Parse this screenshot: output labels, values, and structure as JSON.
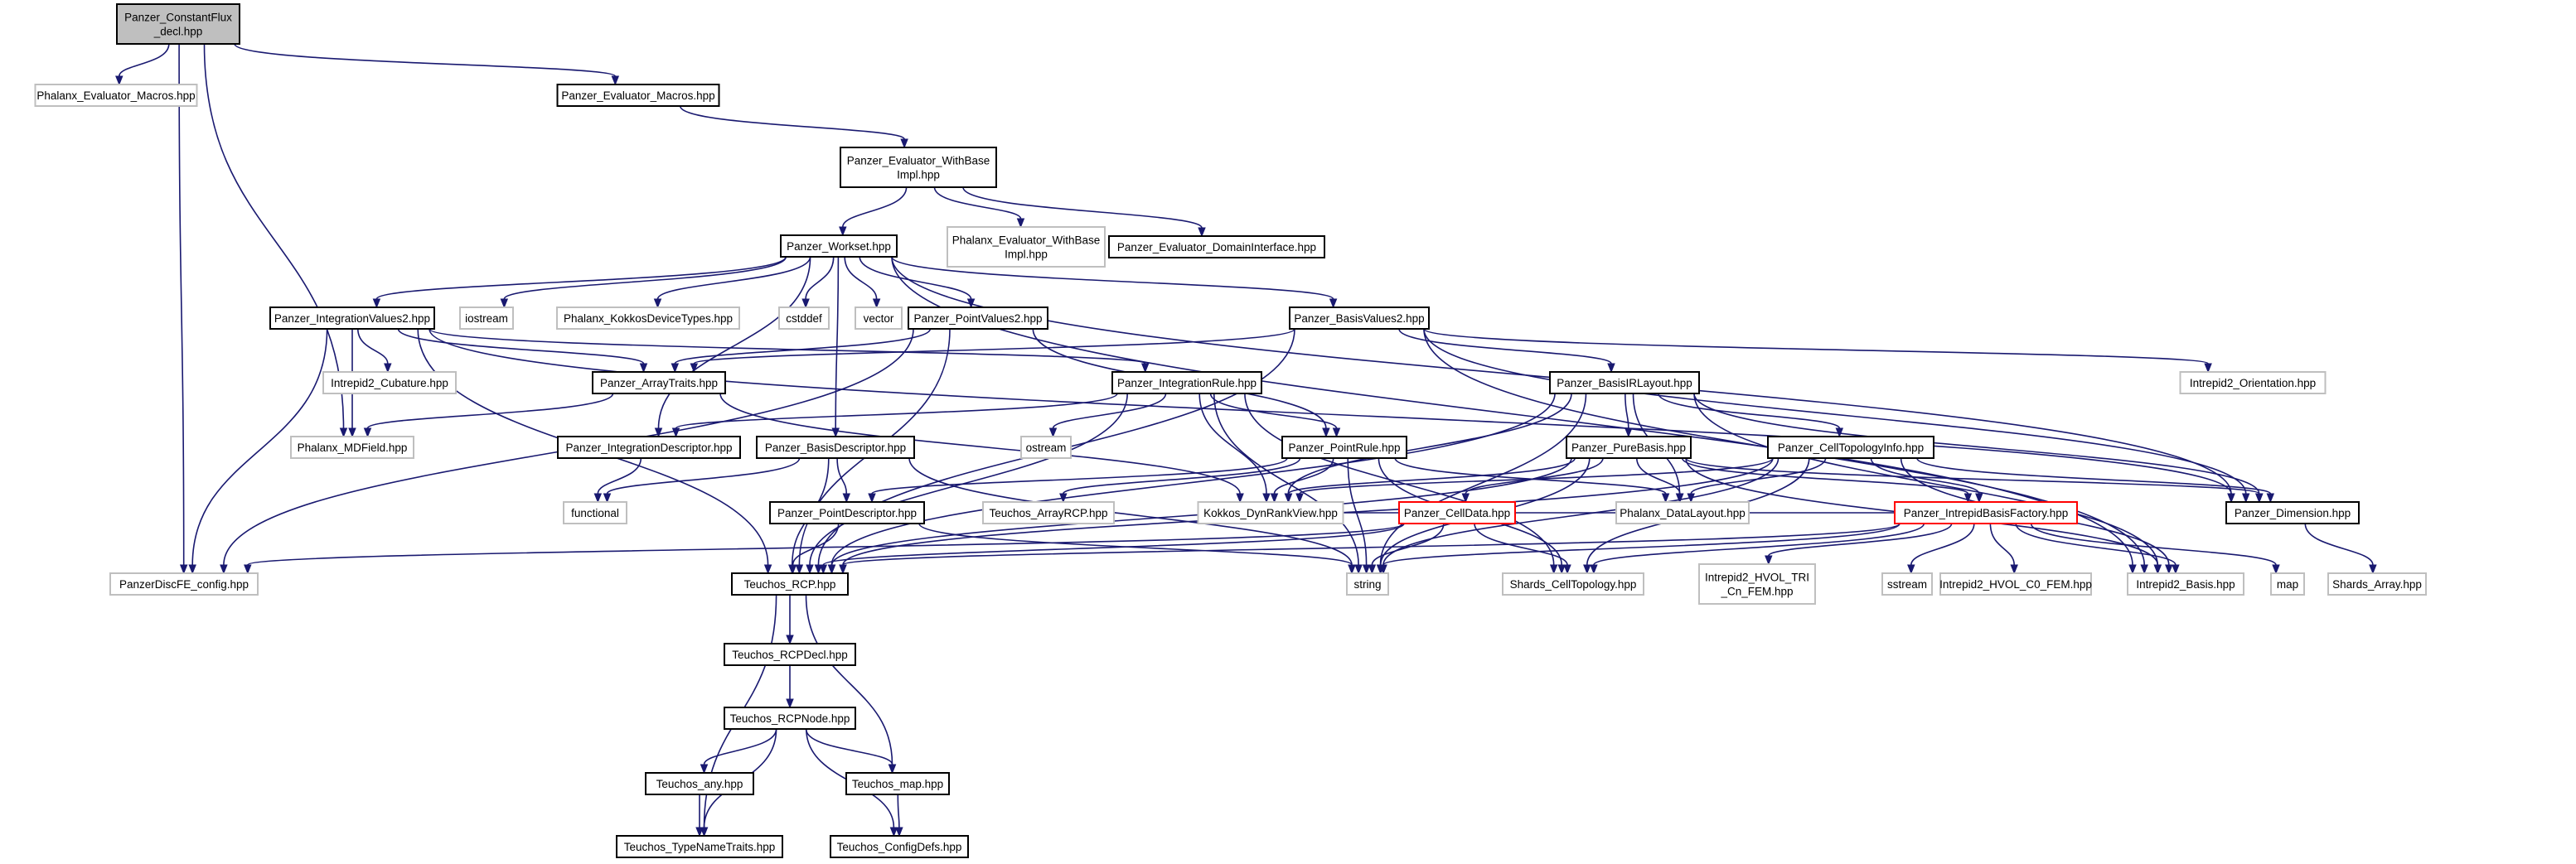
{
  "colors": {
    "edge": "#191970",
    "border_normal": "#000000",
    "border_external": "#bfbfbf",
    "border_truncated": "#ff0000",
    "fill_normal": "#ffffff",
    "fill_root": "#bfbfbf"
  },
  "nodes": [
    {
      "id": "root",
      "lines": [
        "Panzer_ConstantFlux",
        "_decl.hpp"
      ],
      "kind": "root"
    },
    {
      "id": "phx_eval_macros",
      "lines": [
        "Phalanx_Evaluator_Macros.hpp"
      ],
      "kind": "external"
    },
    {
      "id": "pz_eval_macros",
      "lines": [
        "Panzer_Evaluator_Macros.hpp"
      ],
      "kind": "normal"
    },
    {
      "id": "pz_eval_withbase",
      "lines": [
        "Panzer_Evaluator_WithBase",
        "Impl.hpp"
      ],
      "kind": "normal"
    },
    {
      "id": "phx_eval_withbase",
      "lines": [
        "Phalanx_Evaluator_WithBase",
        "Impl.hpp"
      ],
      "kind": "external"
    },
    {
      "id": "pz_eval_domain",
      "lines": [
        "Panzer_Evaluator_DomainInterface.hpp"
      ],
      "kind": "normal"
    },
    {
      "id": "pz_workset",
      "lines": [
        "Panzer_Workset.hpp"
      ],
      "kind": "normal"
    },
    {
      "id": "pz_intvalues2",
      "lines": [
        "Panzer_IntegrationValues2.hpp"
      ],
      "kind": "normal"
    },
    {
      "id": "iostream",
      "lines": [
        "iostream"
      ],
      "kind": "external"
    },
    {
      "id": "phx_kokkos",
      "lines": [
        "Phalanx_KokkosDeviceTypes.hpp"
      ],
      "kind": "external"
    },
    {
      "id": "cstddef",
      "lines": [
        "cstddef"
      ],
      "kind": "external"
    },
    {
      "id": "vector",
      "lines": [
        "vector"
      ],
      "kind": "external"
    },
    {
      "id": "pz_pointvalues2",
      "lines": [
        "Panzer_PointValues2.hpp"
      ],
      "kind": "normal"
    },
    {
      "id": "pz_basisvalues2",
      "lines": [
        "Panzer_BasisValues2.hpp"
      ],
      "kind": "normal"
    },
    {
      "id": "intrepid_cubature",
      "lines": [
        "Intrepid2_Cubature.hpp"
      ],
      "kind": "external"
    },
    {
      "id": "pz_arraytraits",
      "lines": [
        "Panzer_ArrayTraits.hpp"
      ],
      "kind": "normal"
    },
    {
      "id": "pz_intrule",
      "lines": [
        "Panzer_IntegrationRule.hpp"
      ],
      "kind": "normal"
    },
    {
      "id": "pz_basisir",
      "lines": [
        "Panzer_BasisIRLayout.hpp"
      ],
      "kind": "normal"
    },
    {
      "id": "intrepid_orient",
      "lines": [
        "Intrepid2_Orientation.hpp"
      ],
      "kind": "external"
    },
    {
      "id": "phx_mdfield",
      "lines": [
        "Phalanx_MDField.hpp"
      ],
      "kind": "external"
    },
    {
      "id": "pz_intdesc",
      "lines": [
        "Panzer_IntegrationDescriptor.hpp"
      ],
      "kind": "normal"
    },
    {
      "id": "pz_basisdesc",
      "lines": [
        "Panzer_BasisDescriptor.hpp"
      ],
      "kind": "normal"
    },
    {
      "id": "ostream",
      "lines": [
        "ostream"
      ],
      "kind": "external"
    },
    {
      "id": "pz_pointrule",
      "lines": [
        "Panzer_PointRule.hpp"
      ],
      "kind": "normal"
    },
    {
      "id": "pz_purebasis",
      "lines": [
        "Panzer_PureBasis.hpp"
      ],
      "kind": "normal"
    },
    {
      "id": "pz_celltopo",
      "lines": [
        "Panzer_CellTopologyInfo.hpp"
      ],
      "kind": "normal"
    },
    {
      "id": "functional",
      "lines": [
        "functional"
      ],
      "kind": "external"
    },
    {
      "id": "pz_pointdesc",
      "lines": [
        "Panzer_PointDescriptor.hpp"
      ],
      "kind": "normal"
    },
    {
      "id": "teuchos_arrayrcp",
      "lines": [
        "Teuchos_ArrayRCP.hpp"
      ],
      "kind": "external"
    },
    {
      "id": "kokkos_dynrank",
      "lines": [
        "Kokkos_DynRankView.hpp"
      ],
      "kind": "external"
    },
    {
      "id": "pz_celldata",
      "lines": [
        "Panzer_CellData.hpp"
      ],
      "kind": "truncated"
    },
    {
      "id": "phx_datalayout",
      "lines": [
        "Phalanx_DataLayout.hpp"
      ],
      "kind": "external"
    },
    {
      "id": "pz_intrepidbf",
      "lines": [
        "Panzer_IntrepidBasisFactory.hpp"
      ],
      "kind": "truncated"
    },
    {
      "id": "pz_dimension",
      "lines": [
        "Panzer_Dimension.hpp"
      ],
      "kind": "normal"
    },
    {
      "id": "pz_discfe",
      "lines": [
        "PanzerDiscFE_config.hpp"
      ],
      "kind": "external"
    },
    {
      "id": "teuchos_rcp",
      "lines": [
        "Teuchos_RCP.hpp"
      ],
      "kind": "normal"
    },
    {
      "id": "string",
      "lines": [
        "string"
      ],
      "kind": "external"
    },
    {
      "id": "shards_celltopo",
      "lines": [
        "Shards_CellTopology.hpp"
      ],
      "kind": "external"
    },
    {
      "id": "intrepid_hvol_tri",
      "lines": [
        "Intrepid2_HVOL_TRI",
        "_Cn_FEM.hpp"
      ],
      "kind": "external"
    },
    {
      "id": "sstream",
      "lines": [
        "sstream"
      ],
      "kind": "external"
    },
    {
      "id": "intrepid_hvol_c0",
      "lines": [
        "Intrepid2_HVOL_C0_FEM.hpp"
      ],
      "kind": "external"
    },
    {
      "id": "intrepid_basis",
      "lines": [
        "Intrepid2_Basis.hpp"
      ],
      "kind": "external"
    },
    {
      "id": "map",
      "lines": [
        "map"
      ],
      "kind": "external"
    },
    {
      "id": "shards_array",
      "lines": [
        "Shards_Array.hpp"
      ],
      "kind": "external"
    },
    {
      "id": "teuchos_rcpdecl",
      "lines": [
        "Teuchos_RCPDecl.hpp"
      ],
      "kind": "normal"
    },
    {
      "id": "teuchos_rcpnode",
      "lines": [
        "Teuchos_RCPNode.hpp"
      ],
      "kind": "normal"
    },
    {
      "id": "teuchos_any",
      "lines": [
        "Teuchos_any.hpp"
      ],
      "kind": "normal"
    },
    {
      "id": "teuchos_map",
      "lines": [
        "Teuchos_map.hpp"
      ],
      "kind": "normal"
    },
    {
      "id": "teuchos_typename",
      "lines": [
        "Teuchos_TypeNameTraits.hpp"
      ],
      "kind": "normal"
    },
    {
      "id": "teuchos_configdefs",
      "lines": [
        "Teuchos_ConfigDefs.hpp"
      ],
      "kind": "normal"
    }
  ],
  "edges": [
    [
      "root",
      "phx_eval_macros"
    ],
    [
      "root",
      "pz_eval_macros"
    ],
    [
      "root",
      "phx_mdfield"
    ],
    [
      "root",
      "pz_discfe"
    ],
    [
      "pz_eval_macros",
      "pz_eval_withbase"
    ],
    [
      "pz_eval_withbase",
      "pz_workset"
    ],
    [
      "pz_eval_withbase",
      "phx_eval_withbase"
    ],
    [
      "pz_eval_withbase",
      "pz_eval_domain"
    ],
    [
      "pz_workset",
      "pz_intvalues2"
    ],
    [
      "pz_workset",
      "iostream"
    ],
    [
      "pz_workset",
      "phx_kokkos"
    ],
    [
      "pz_workset",
      "cstddef"
    ],
    [
      "pz_workset",
      "vector"
    ],
    [
      "pz_workset",
      "pz_pointvalues2"
    ],
    [
      "pz_workset",
      "pz_basisvalues2"
    ],
    [
      "pz_workset",
      "pz_intdesc"
    ],
    [
      "pz_workset",
      "pz_basisdesc"
    ],
    [
      "pz_workset",
      "pz_dimension"
    ],
    [
      "pz_workset",
      "intrepid_basis"
    ],
    [
      "pz_intvalues2",
      "intrepid_cubature"
    ],
    [
      "pz_intvalues2",
      "pz_arraytraits"
    ],
    [
      "pz_intvalues2",
      "pz_intrule"
    ],
    [
      "pz_intvalues2",
      "phx_mdfield"
    ],
    [
      "pz_intvalues2",
      "pz_discfe"
    ],
    [
      "pz_intvalues2",
      "teuchos_rcp"
    ],
    [
      "pz_intvalues2",
      "pz_dimension"
    ],
    [
      "pz_pointvalues2",
      "pz_arraytraits"
    ],
    [
      "pz_pointvalues2",
      "pz_pointrule"
    ],
    [
      "pz_pointvalues2",
      "pz_discfe"
    ],
    [
      "pz_pointvalues2",
      "teuchos_rcp"
    ],
    [
      "pz_basisvalues2",
      "pz_basisir"
    ],
    [
      "pz_basisvalues2",
      "pz_arraytraits"
    ],
    [
      "pz_basisvalues2",
      "intrepid_orient"
    ],
    [
      "pz_basisvalues2",
      "teuchos_rcp"
    ],
    [
      "pz_basisvalues2",
      "intrepid_basis"
    ],
    [
      "pz_basisvalues2",
      "pz_dimension"
    ],
    [
      "pz_arraytraits",
      "phx_mdfield"
    ],
    [
      "pz_arraytraits",
      "kokkos_dynrank"
    ],
    [
      "pz_intrule",
      "pz_intdesc"
    ],
    [
      "pz_intrule",
      "ostream"
    ],
    [
      "pz_intrule",
      "pz_pointrule"
    ],
    [
      "pz_intrule",
      "teuchos_rcp"
    ],
    [
      "pz_intrule",
      "kokkos_dynrank"
    ],
    [
      "pz_intrule",
      "shards_celltopo"
    ],
    [
      "pz_intrule",
      "string"
    ],
    [
      "pz_basisir",
      "pz_purebasis"
    ],
    [
      "pz_basisir",
      "pz_celltopo"
    ],
    [
      "pz_basisir",
      "phx_datalayout"
    ],
    [
      "pz_basisir",
      "kokkos_dynrank"
    ],
    [
      "pz_basisir",
      "string"
    ],
    [
      "pz_basisir",
      "teuchos_rcp"
    ],
    [
      "pz_basisir",
      "pz_dimension"
    ],
    [
      "pz_basisir",
      "intrepid_basis"
    ],
    [
      "pz_intdesc",
      "functional"
    ],
    [
      "pz_basisdesc",
      "functional"
    ],
    [
      "pz_basisdesc",
      "pz_pointdesc"
    ],
    [
      "pz_basisdesc",
      "teuchos_rcp"
    ],
    [
      "pz_basisdesc",
      "string"
    ],
    [
      "pz_pointrule",
      "pz_pointdesc"
    ],
    [
      "pz_pointrule",
      "teuchos_arrayrcp"
    ],
    [
      "pz_pointrule",
      "kokkos_dynrank"
    ],
    [
      "pz_pointrule",
      "phx_datalayout"
    ],
    [
      "pz_pointrule",
      "shards_celltopo"
    ],
    [
      "pz_pointrule",
      "string"
    ],
    [
      "pz_purebasis",
      "pz_celldata"
    ],
    [
      "pz_purebasis",
      "phx_datalayout"
    ],
    [
      "pz_purebasis",
      "kokkos_dynrank"
    ],
    [
      "pz_purebasis",
      "pz_intrepidbf"
    ],
    [
      "pz_purebasis",
      "string"
    ],
    [
      "pz_purebasis",
      "teuchos_rcp"
    ],
    [
      "pz_purebasis",
      "pz_dimension"
    ],
    [
      "pz_purebasis",
      "intrepid_basis"
    ],
    [
      "pz_celltopo",
      "phx_datalayout"
    ],
    [
      "pz_celltopo",
      "kokkos_dynrank"
    ],
    [
      "pz_celltopo",
      "pz_intrepidbf"
    ],
    [
      "pz_celltopo",
      "shards_celltopo"
    ],
    [
      "pz_celltopo",
      "string"
    ],
    [
      "pz_celltopo",
      "teuchos_rcp"
    ],
    [
      "pz_celltopo",
      "pz_dimension"
    ],
    [
      "pz_celltopo",
      "intrepid_basis"
    ],
    [
      "pz_pointdesc",
      "teuchos_rcp"
    ],
    [
      "pz_pointdesc",
      "string"
    ],
    [
      "pz_celldata",
      "teuchos_rcp"
    ],
    [
      "pz_celldata",
      "shards_celltopo"
    ],
    [
      "pz_celldata",
      "pz_discfe"
    ],
    [
      "pz_celldata",
      "string"
    ],
    [
      "pz_intrepidbf",
      "string"
    ],
    [
      "pz_intrepidbf",
      "sstream"
    ],
    [
      "pz_intrepidbf",
      "intrepid_hvol_tri"
    ],
    [
      "pz_intrepidbf",
      "intrepid_hvol_c0"
    ],
    [
      "pz_intrepidbf",
      "intrepid_basis"
    ],
    [
      "pz_intrepidbf",
      "map"
    ],
    [
      "pz_intrepidbf",
      "teuchos_rcp"
    ],
    [
      "pz_intrepidbf",
      "kokkos_dynrank"
    ],
    [
      "pz_intrepidbf",
      "shards_celltopo"
    ],
    [
      "pz_dimension",
      "shards_array"
    ],
    [
      "teuchos_rcp",
      "teuchos_rcpdecl"
    ],
    [
      "teuchos_rcp",
      "teuchos_typename"
    ],
    [
      "teuchos_rcp",
      "teuchos_map"
    ],
    [
      "teuchos_rcpdecl",
      "teuchos_rcpnode"
    ],
    [
      "teuchos_rcpnode",
      "teuchos_any"
    ],
    [
      "teuchos_rcpnode",
      "teuchos_map"
    ],
    [
      "teuchos_rcpnode",
      "teuchos_typename"
    ],
    [
      "teuchos_rcpnode",
      "teuchos_configdefs"
    ],
    [
      "teuchos_any",
      "teuchos_typename"
    ],
    [
      "teuchos_map",
      "teuchos_configdefs"
    ]
  ]
}
